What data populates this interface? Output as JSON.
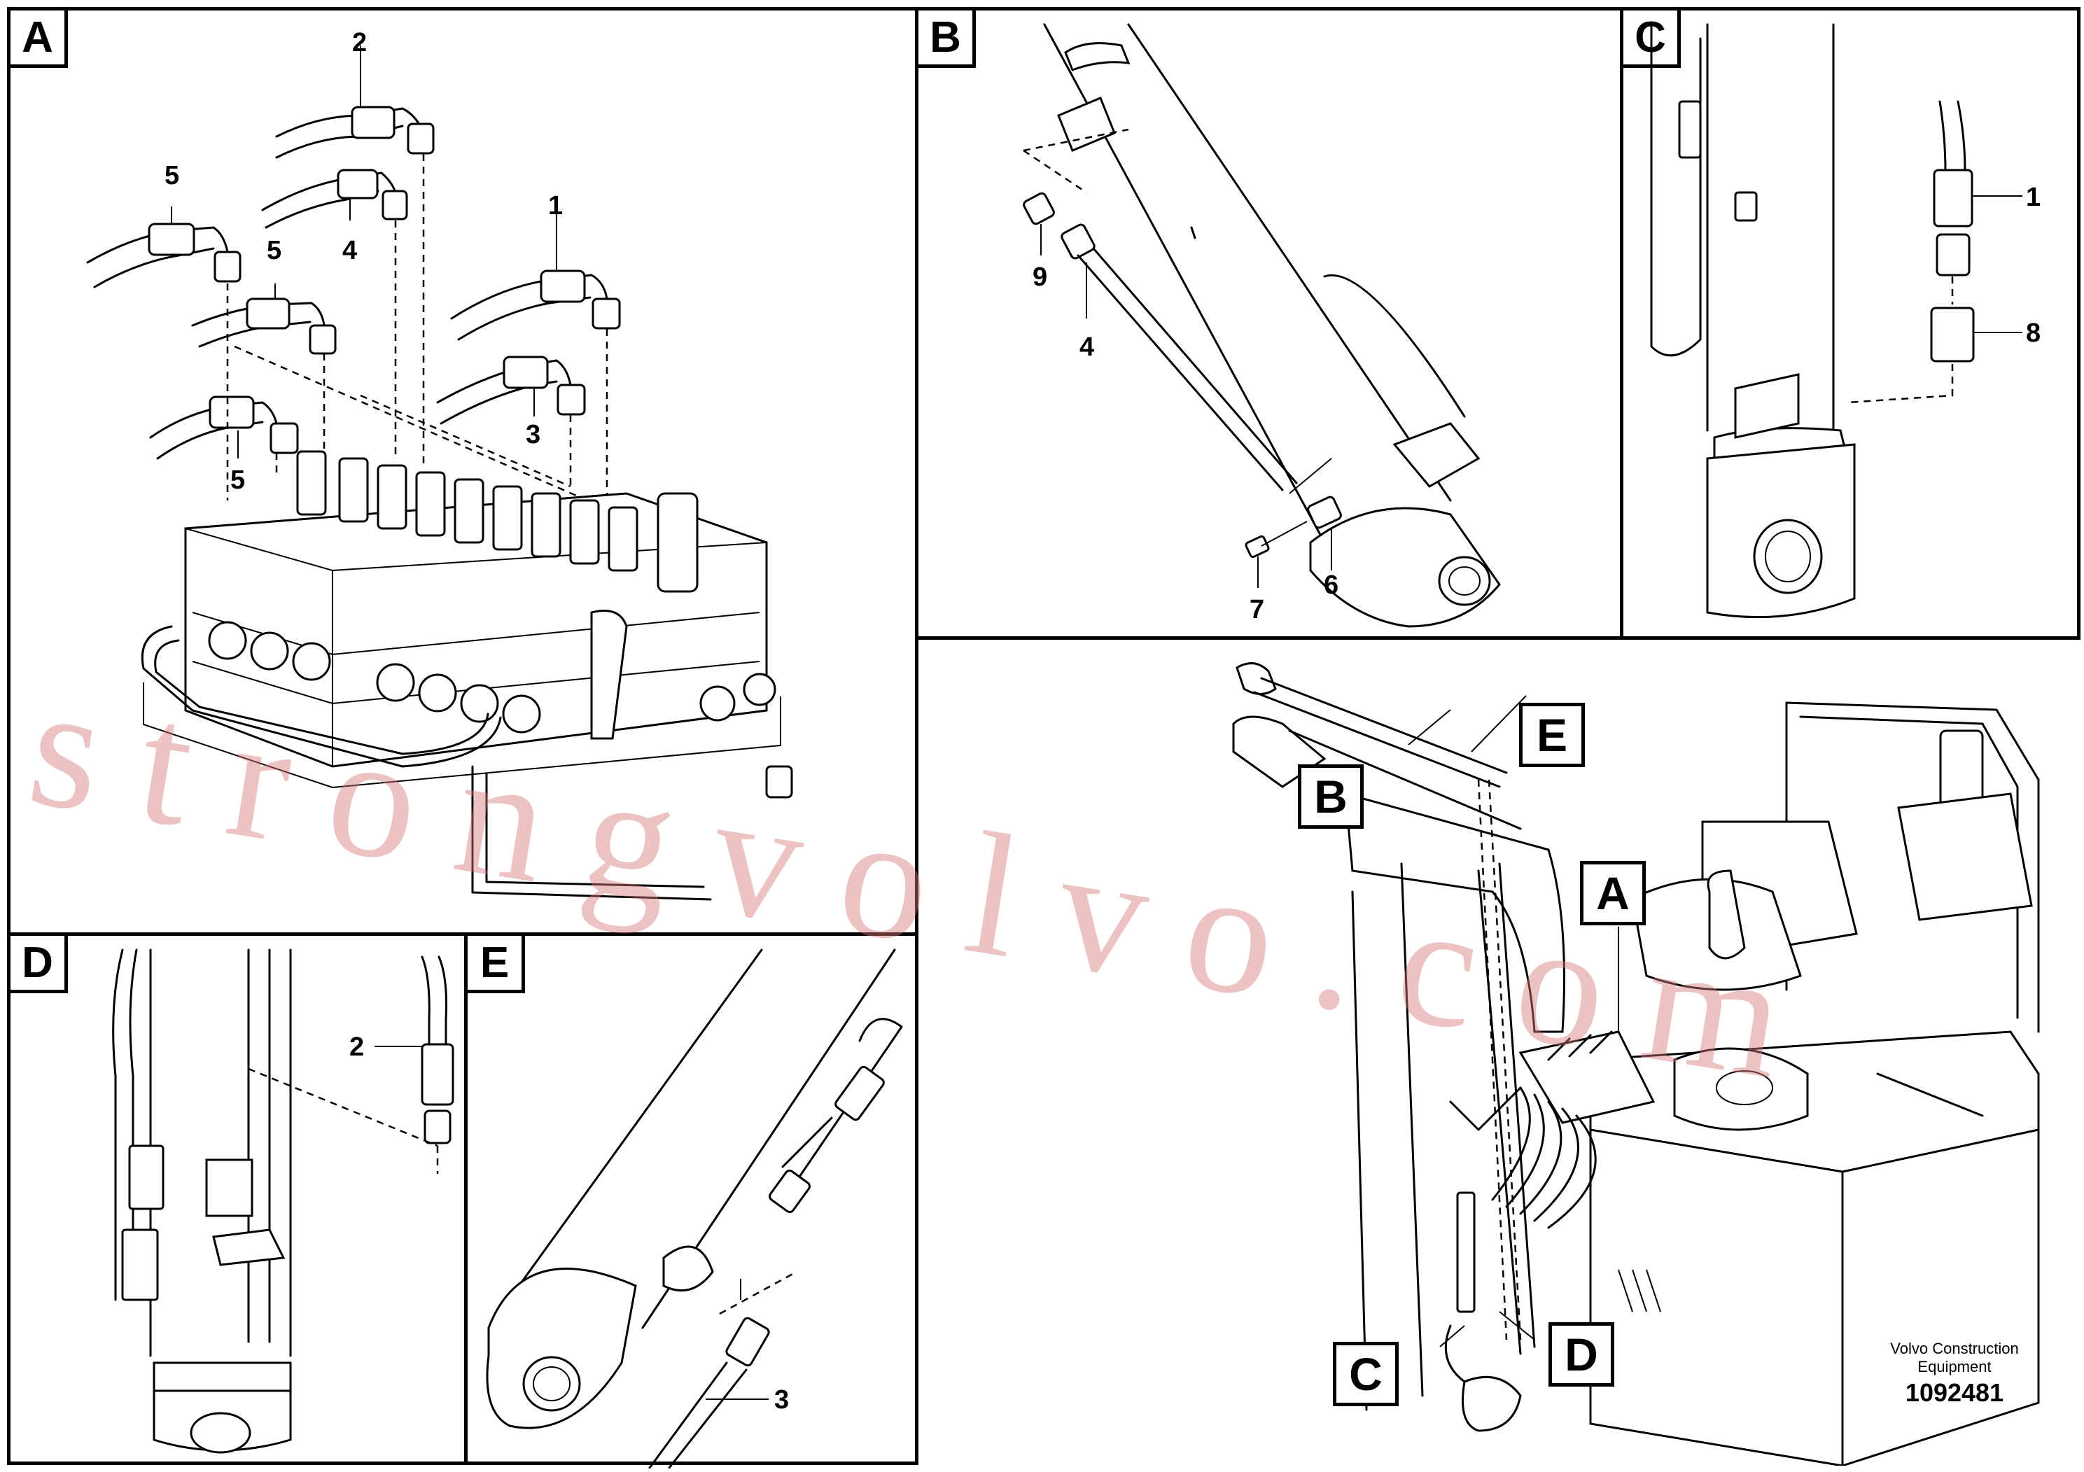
{
  "panels": {
    "a": {
      "tag": "A",
      "labels": {
        "l2": "2",
        "l5a": "5",
        "l4": "4",
        "l1": "1",
        "l5b": "5",
        "l3": "3",
        "l5c": "5"
      }
    },
    "b": {
      "tag": "B",
      "labels": {
        "l9": "9",
        "l4": "4",
        "l7": "7",
        "l6": "6"
      }
    },
    "c": {
      "tag": "C",
      "labels": {
        "l1": "1",
        "l8": "8"
      }
    },
    "d": {
      "tag": "D",
      "labels": {
        "l2": "2"
      }
    },
    "e": {
      "tag": "E",
      "labels": {
        "l3": "3"
      }
    }
  },
  "overview": {
    "callouts": {
      "a": "A",
      "b": "B",
      "c": "C",
      "d": "D",
      "e": "E"
    }
  },
  "brand": {
    "line1": "Volvo Construction",
    "line2": "Equipment",
    "part_number": "1092481"
  },
  "watermark": "strongvolvo.com"
}
